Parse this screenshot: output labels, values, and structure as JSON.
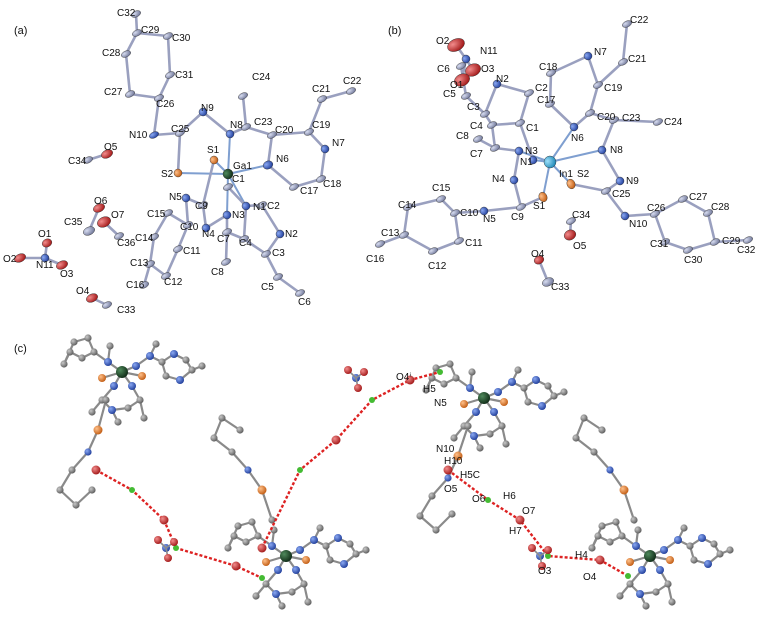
{
  "panels": [
    {
      "label": "(a)",
      "atom_labels": [
        "C32",
        "C29",
        "C30",
        "C28",
        "C31",
        "C27",
        "C26",
        "C24",
        "C21",
        "C22",
        "N9",
        "C23",
        "N10",
        "C25",
        "N8",
        "C20",
        "C19",
        "N7",
        "O5",
        "S1",
        "C34",
        "S2",
        "Ga1",
        "N6",
        "C18",
        "C17",
        "C1",
        "N5",
        "C9",
        "N1",
        "C2",
        "O6",
        "C15",
        "C10",
        "N4",
        "N3",
        "O7",
        "C35",
        "C36",
        "C14",
        "C7",
        "C4",
        "N2",
        "C11",
        "O1",
        "C13",
        "C8",
        "C3",
        "O2",
        "N11",
        "O3",
        "C12",
        "C16",
        "C5",
        "C6",
        "O4",
        "C33"
      ]
    },
    {
      "label": "(b)",
      "atom_labels": [
        "C22",
        "O2",
        "N7",
        "C21",
        "N11",
        "C6",
        "O3",
        "C18",
        "O1",
        "N2",
        "C19",
        "C2",
        "C5",
        "C3",
        "C17",
        "C20",
        "C4",
        "C1",
        "C23",
        "C24",
        "N6",
        "C8",
        "N3",
        "C7",
        "N1",
        "N8",
        "In1",
        "N4",
        "S2",
        "N9",
        "C25",
        "C15",
        "C27",
        "C14",
        "C10",
        "N5",
        "C9",
        "S1",
        "C34",
        "C26",
        "C28",
        "C13",
        "N10",
        "C29",
        "C11",
        "C31",
        "O5",
        "C30",
        "C32",
        "C16",
        "C12",
        "O4",
        "C33"
      ]
    },
    {
      "label": "(c)",
      "atom_labels": [
        "O4ⁱ",
        "H5",
        "N5",
        "N10",
        "H10",
        "H5C",
        "O5",
        "O6",
        "H6",
        "O7",
        "H7",
        "H4",
        "O3",
        "O4"
      ]
    }
  ],
  "colors": {
    "carbon": "#8c93b3",
    "nitrogen": "#2a4fb8",
    "oxygen": "#cc2222",
    "sulfur": "#e0762a",
    "gallium": "#1f4a2c",
    "indium": "#29a3d6",
    "packing_carbon": "#808080",
    "hydrogen": "#44bb33",
    "hbond": "#dd2222"
  }
}
